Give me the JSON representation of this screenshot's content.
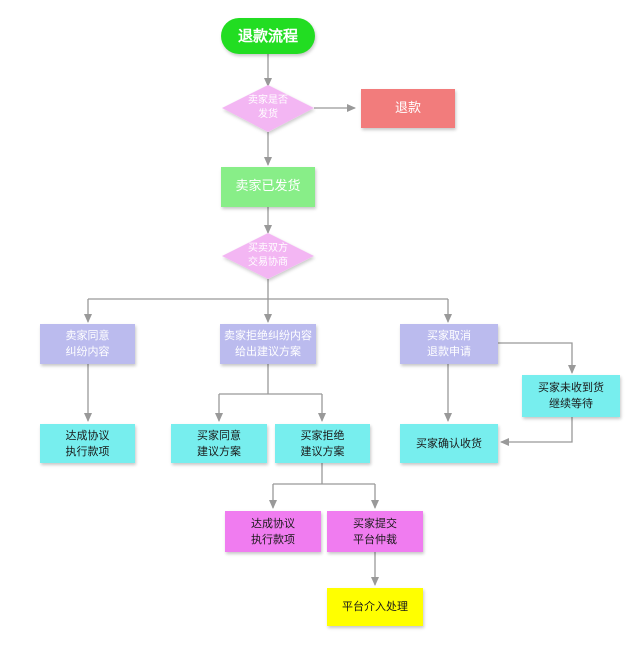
{
  "colors": {
    "start": "#22dd22",
    "refund": "#f27c7c",
    "shipped": "#88ee88",
    "decision": "#f3b6f3",
    "lavender": "#bbbbee",
    "cyan": "#77eeee",
    "magenta": "#f07cf0",
    "yellow": "#ffff00",
    "arrow": "#999999"
  },
  "nodes": {
    "start": "退款流程",
    "q_shipped": "卖家是否\n发货",
    "refund": "退款",
    "shipped": "卖家已发货",
    "negotiate": "买卖双方\n交易协商",
    "seller_agree": "卖家同意\n纠纷内容",
    "seller_reject": "卖家拒绝纠纷内容\n给出建议方案",
    "buyer_cancel": "买家取消\n退款申请",
    "agree_pay_1": "达成协议\n执行款项",
    "buyer_agree": "买家同意\n建议方案",
    "buyer_reject": "买家拒绝\n建议方案",
    "not_received": "买家未收到货\n继续等待",
    "confirm": "买家确认收货",
    "agree_pay_2": "达成协议\n执行款项",
    "submit": "买家提交\n平台仲裁",
    "platform": "平台介入处理"
  }
}
